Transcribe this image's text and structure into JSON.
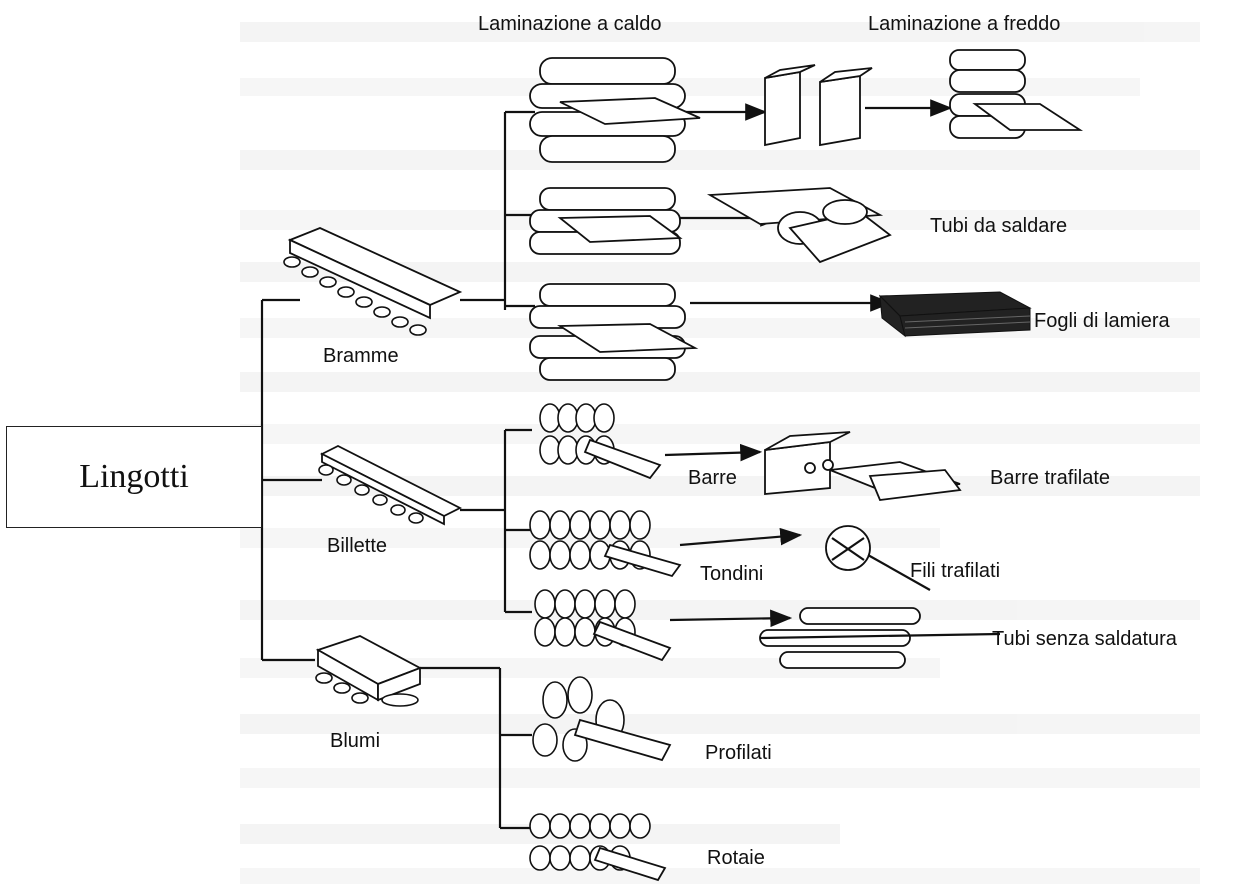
{
  "source_box": {
    "label": "Lingotti"
  },
  "semi_products": {
    "bramme": "Bramme",
    "billette": "Billette",
    "blumi": "Blumi"
  },
  "processes": {
    "hot_rolling": "Laminazione a caldo",
    "cold_rolling": "Laminazione a freddo"
  },
  "products": {
    "tubi_da_saldare": "Tubi da saldare",
    "fogli_di_lamiera": "Fogli di lamiera",
    "barre": "Barre",
    "barre_trafilate": "Barre trafilate",
    "tondini": "Tondini",
    "fili_trafilati": "Fili trafilati",
    "tubi_senza_saldatura": "Tubi senza saldatura",
    "profilati": "Profilati",
    "rotaie": "Rotaie"
  },
  "colors": {
    "ink": "#111111",
    "ghost_text": "#b9b9b9"
  }
}
